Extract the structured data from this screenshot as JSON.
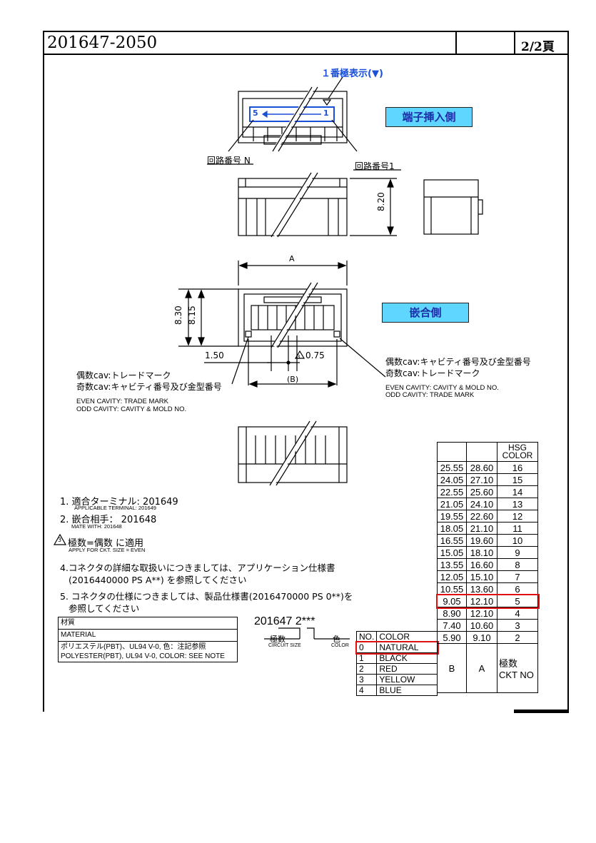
{
  "header": {
    "doc_number": "201647-2050",
    "page": "2/2頁"
  },
  "labels": {
    "pin1_indicator": "１番極表示(▼)",
    "terminal_side": "端子挿入側",
    "mating_side": "嵌合側",
    "circuit_n": "回路番号 N",
    "circuit_1": "回路番号1",
    "pin_n": "5",
    "pin_1": "1",
    "dim_height_a": "8.20",
    "dim_a": "A",
    "dim_830": "8.30",
    "dim_815": "8.15",
    "dim_150": "1.50",
    "dim_075": "0.75",
    "note3_mark": "3",
    "dim_b": "(B)",
    "left_note_1": "偶数cav:トレードマーク",
    "left_note_2": "奇数cav:キャビティ番号及び金型番号",
    "left_note_en_1": "EVEN CAVITY: TRADE MARK",
    "left_note_en_2": "ODD CAVITY: CAVITY & MOLD NO.",
    "right_note_1": "偶数cav:キャビティ番号及び金型番号",
    "right_note_2": "奇数cav:トレードマーク",
    "right_note_en_1": "EVEN CAVITY: CAVITY & MOLD NO.",
    "right_note_en_2": "ODD CAVITY: TRADE MARK"
  },
  "notes": {
    "n1": "1. 適合ターミナル: 201649",
    "n1_en": "APPLICABLE TERMINAL: 201649",
    "n2": "2. 嵌合相手： 201648",
    "n2_en": "MATE WITH: 201648",
    "n3_mark": "3",
    "n3": "極数=偶数 に適用",
    "n3_en": "APPLY FOR CKT. SIZE = EVEN",
    "n4_a": "4.コネクタの詳細な取扱いにつきましては、アプリケーション仕様書",
    "n4_b": "(2016440000 PS A**) を参照してください",
    "n5_a": "5. コネクタの仕様につきましては、製品仕様書(2016470000 PS 0**)を",
    "n5_b": "参照してください"
  },
  "material": {
    "label_jp": "材質",
    "label_en": "MATERIAL",
    "value_jp": "ポリエステル(PBT)、UL94 V-0, 色：注記参照",
    "value_en": "POLYESTER(PBT), UL94 V-0, COLOR: SEE NOTE"
  },
  "part_code": {
    "code": "201647 2***",
    "circuit_jp": "極数",
    "circuit_en": "CIRCUIT SIZE",
    "color_jp": "色",
    "color_en": "COLOR"
  },
  "color_table": {
    "headers": [
      "NO.",
      "COLOR"
    ],
    "rows": [
      [
        "0",
        "NATURAL"
      ],
      [
        "1",
        "BLACK"
      ],
      [
        "2",
        "RED"
      ],
      [
        "3",
        "YELLOW"
      ],
      [
        "4",
        "BLUE"
      ]
    ],
    "highlight_index": 0
  },
  "ckt_table": {
    "header_color": "HSG COLOR",
    "rows": [
      [
        "25.55",
        "28.60",
        "16"
      ],
      [
        "24.05",
        "27.10",
        "15"
      ],
      [
        "22.55",
        "25.60",
        "14"
      ],
      [
        "21.05",
        "24.10",
        "13"
      ],
      [
        "19.55",
        "22.60",
        "12"
      ],
      [
        "18.05",
        "21.10",
        "11"
      ],
      [
        "16.55",
        "19.60",
        "10"
      ],
      [
        "15.05",
        "18.10",
        "9"
      ],
      [
        "13.55",
        "16.60",
        "8"
      ],
      [
        "12.05",
        "15.10",
        "7"
      ],
      [
        "10.55",
        "13.60",
        "6"
      ],
      [
        "9.05",
        "12.10",
        "5"
      ],
      [
        "8.90",
        "12.10",
        "4"
      ],
      [
        "7.40",
        "10.60",
        "3"
      ],
      [
        "5.90",
        "9.10",
        "2"
      ]
    ],
    "highlight_index": 11,
    "footer": {
      "b": "B",
      "a": "A",
      "ckt": "極数\nCKT NO"
    }
  },
  "colors": {
    "highlight": "#e01010",
    "label_bg": "#5fd6ff",
    "label_text": "#1a2ea8",
    "indicator_blue": "#1a4fd8"
  }
}
